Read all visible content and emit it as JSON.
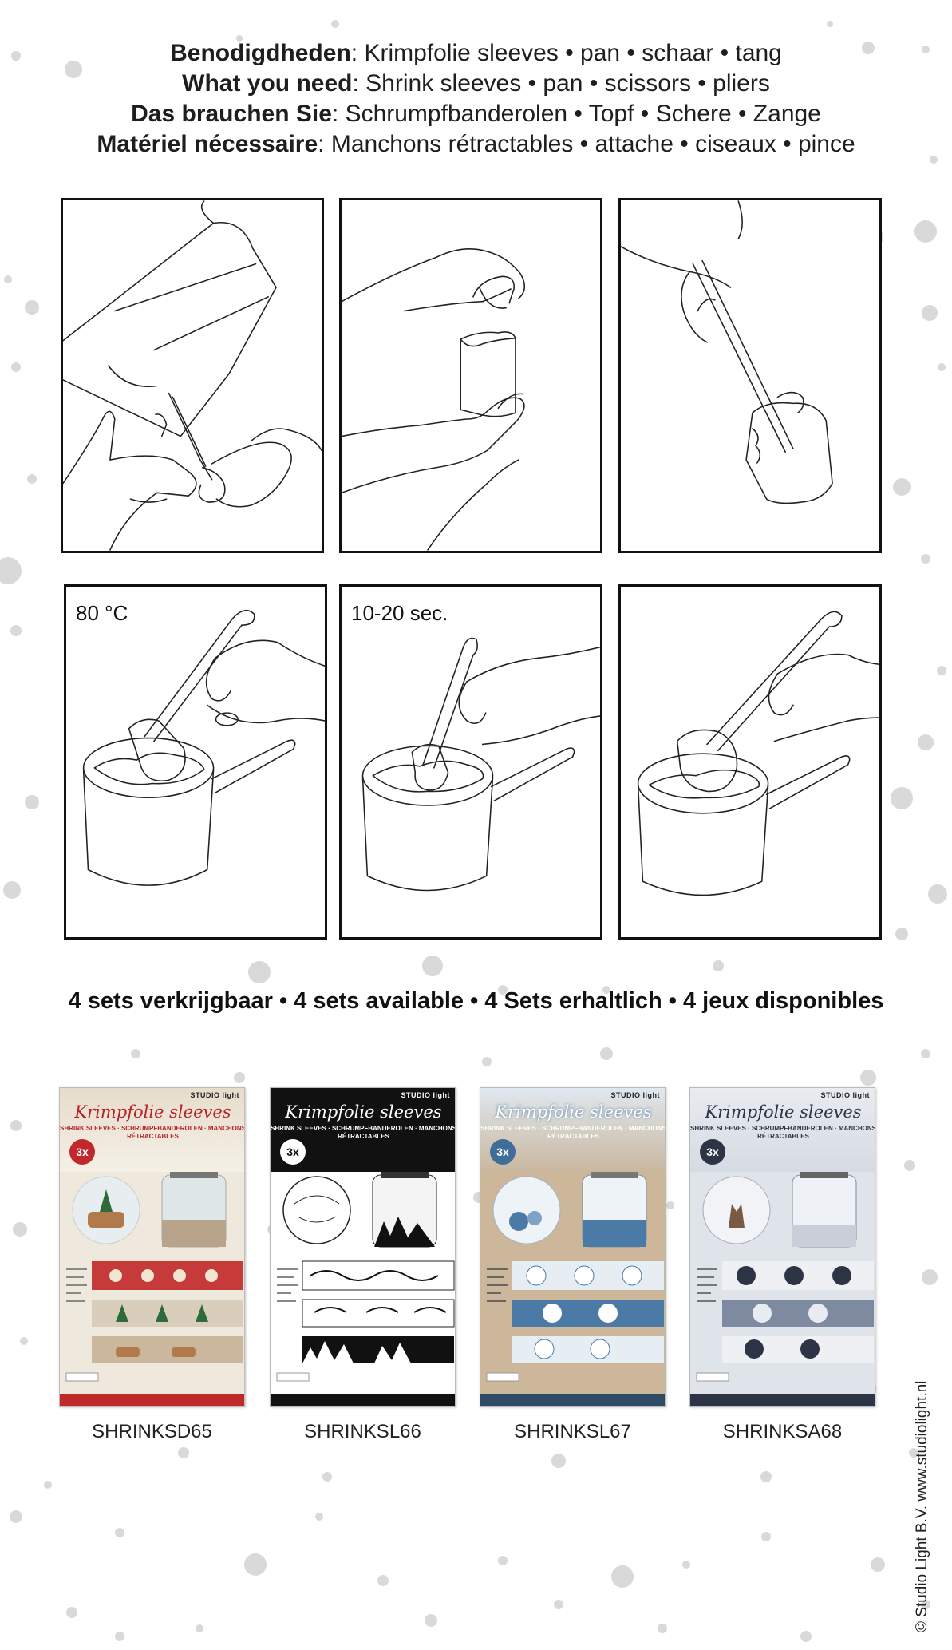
{
  "header": {
    "lines": [
      {
        "lead": "Benodigdheden",
        "items": "Krimpfolie sleeves • pan • schaar • tang"
      },
      {
        "lead": "What you need",
        "items": "Shrink sleeves • pan • scissors • pliers"
      },
      {
        "lead": "Das brauchen Sie",
        "items": "Schrumpfbanderolen • Topf • Schere • Zange"
      },
      {
        "lead": "Matériel nécessaire",
        "items": "Manchons rétractables • attache • ciseaux • pince"
      }
    ]
  },
  "steps": {
    "step4_label": "80 °C",
    "step5_label": "10-20 sec."
  },
  "availability": "4 sets verkrijgbaar • 4 sets available •  4 Sets erhaltlich • 4 jeux disponibles",
  "products": [
    {
      "code": "SHRINKSD65",
      "brand": "STUDIO light",
      "title": "Krimpfolie sleeves",
      "subtitle": "SHRINK SLEEVES · SCHRUMPFBANDEROLEN · MANCHONS RÉTRACTABLES",
      "badge": "3x",
      "theme_color": "#c0282c",
      "bg_color": "#efe8dc"
    },
    {
      "code": "SHRINKSL66",
      "brand": "STUDIO light",
      "title": "Krimpfolie sleeves",
      "subtitle": "SHRINK SLEEVES · SCHRUMPFBANDEROLEN · MANCHONS RÉTRACTABLES",
      "badge": "3x",
      "theme_color": "#111111",
      "bg_color": "#ffffff"
    },
    {
      "code": "SHRINKSL67",
      "brand": "STUDIO light",
      "title": "Krimpfolie sleeves",
      "subtitle": "SHRINK SLEEVES · SCHRUMPFBANDEROLEN · MANCHONS RÉTRACTABLES",
      "badge": "3x",
      "theme_color": "#3f6e9a",
      "bg_color": "#cdb79a"
    },
    {
      "code": "SHRINKSA68",
      "brand": "STUDIO light",
      "title": "Krimpfolie sleeves",
      "subtitle": "SHRINK SLEEVES · SCHRUMPFBANDEROLEN · MANCHONS RÉTRACTABLES",
      "badge": "3x",
      "theme_color": "#2c3446",
      "bg_color": "#dfe3ea"
    }
  ],
  "copyright": "© Studio Light B.V.  www.studiolight.nl",
  "colors": {
    "dots": "#d9d9d9",
    "text": "#222222"
  }
}
